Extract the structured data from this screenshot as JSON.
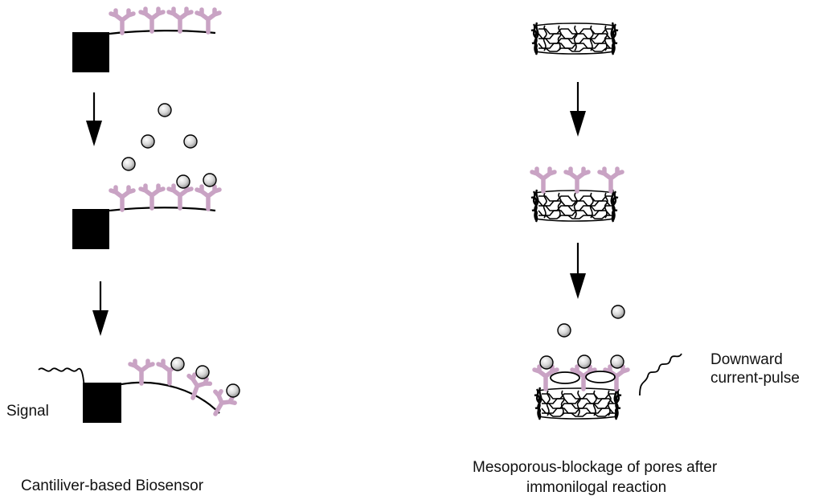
{
  "labels": {
    "signal": "Signal",
    "downward": "Downward",
    "current_pulse": "current-pulse",
    "left_caption": "Cantiliver-based Biosensor",
    "right_caption_line1": "Mesoporous-blockage of pores after",
    "right_caption_line2": "immonilogal reaction"
  },
  "colors": {
    "antibody": "#c9a3c4",
    "ink": "#000000",
    "particle_fill": "#d9d9d9"
  }
}
